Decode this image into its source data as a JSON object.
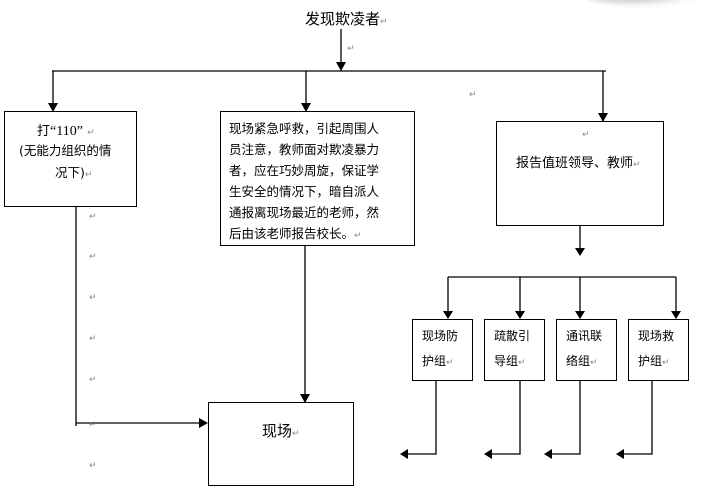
{
  "diagram": {
    "start_node": "发现欺凌者",
    "branches": [
      {
        "id": "call-110",
        "title_prefix": "打",
        "title_quoted": "“110”",
        "subtitle_line1": "(无能力组织的情",
        "subtitle_line2": "况下)"
      },
      {
        "id": "on-site-response",
        "text": "现场紧急呼救，引起周围人员注意，教师面对欺凌暴力者，应在巧妙周旋，保证学生安全的情况下，暗自派人通报离现场最近的老师，然后由该老师报告校长。",
        "lines": [
          "现场紧急呼救，引起周围人",
          "员注意，教师面对欺凌暴力",
          "者，应在巧妙周旋，保证学",
          "生安全的情况下，暗自派人",
          "通报离现场最近的老师，然",
          "后由该老师报告校长。"
        ]
      },
      {
        "id": "report-leaders",
        "text": "报告值班领导、教师"
      }
    ],
    "teams": [
      {
        "line1": "现场防",
        "line2": "护组"
      },
      {
        "line1": "疏散引",
        "line2": "导组"
      },
      {
        "line1": "通讯联",
        "line2": "络组"
      },
      {
        "line1": "现场救",
        "line2": "护组"
      }
    ],
    "end_node": "现场",
    "paragraph_mark": "↵"
  }
}
